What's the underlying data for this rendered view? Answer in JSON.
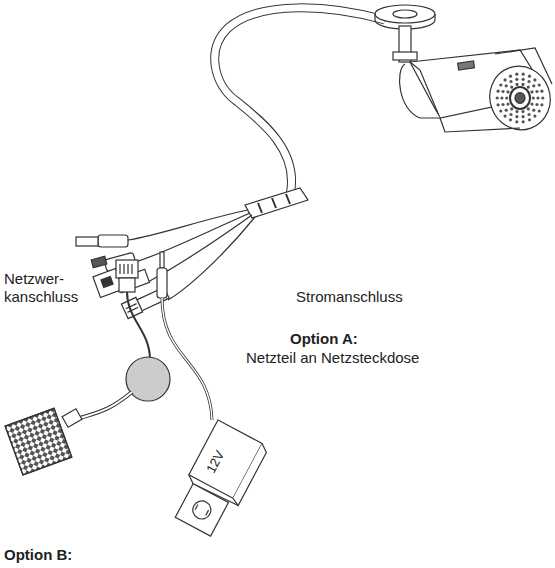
{
  "diagram": {
    "labels": [
      "Netzwer- kanschluss",
      "Stromanschluss",
      "Option A:",
      "Netzteil an Netzsteckdose",
      "Option B:",
      "12V"
    ]
  }
}
